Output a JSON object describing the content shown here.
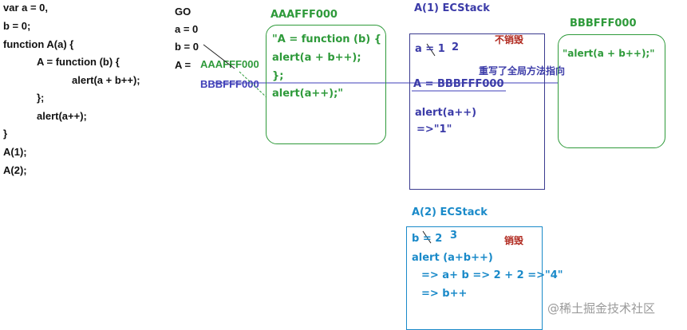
{
  "code": [
    "var a = 0,",
    "b = 0;",
    "function A(a) {",
    "A = function (b) {",
    "alert(a + b++);",
    "};",
    "alert(a++);",
    "}",
    "A(1);",
    "A(2);"
  ],
  "go": {
    "title": "GO",
    "a": "a = 0",
    "b": "b = 0",
    "A_label": "A =",
    "A_old_ref": "AAAFFF000",
    "A_new_ref": "BBBFFF000"
  },
  "heap_a": {
    "label": "AAAFFF000",
    "lines": [
      "\"A = function (b) {",
      "alert(a + b++);",
      "};",
      "alert(a++);\""
    ]
  },
  "ecstack1": {
    "title": "A(1)  ECStack",
    "not_destroyed": "不销毁",
    "a_line": "a = 1",
    "a_new": "2",
    "override_note": "重写了全局方法指向",
    "A_line": "A =   BBBFFF000",
    "alert": "alert(a++)",
    "result": "=>\"1\""
  },
  "heap_b": {
    "label": "BBBFFF000",
    "content": "\"alert(a + b++);\""
  },
  "ecstack2": {
    "title": "A(2) ECStack",
    "destroyed": "销毁",
    "b_line": "b = 2",
    "b_new": "3",
    "alert": "alert (a+b++)",
    "calc1": "=> a+ b  => 2 + 2  =>\"4\"",
    "calc2": "=> b++"
  },
  "watermark": "@稀土掘金技术社区",
  "colors": {
    "green": "#2e9a3a",
    "blue": "#3f3fb8",
    "cyan": "#1a8ac9",
    "red": "#b0281e",
    "box_navy": "#3b3b8f"
  }
}
